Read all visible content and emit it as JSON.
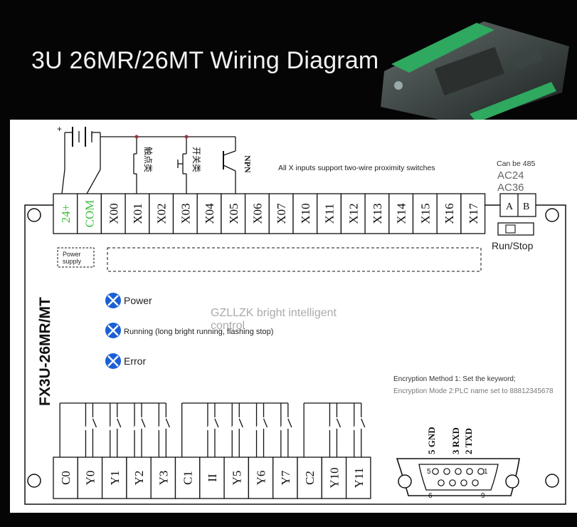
{
  "header": {
    "title": "3U 26MR/26MT Wiring Diagram"
  },
  "top_terminals": {
    "labels": [
      "24+",
      "COM",
      "X00",
      "X01",
      "X02",
      "X03",
      "X04",
      "X05",
      "X06",
      "X07",
      "X10",
      "X11",
      "X12",
      "X13",
      "X14",
      "X15",
      "X16",
      "X17"
    ],
    "green_color": "#3fbf3f"
  },
  "input_wiring": {
    "battery_plus": "+",
    "contact_type": "触点类",
    "switch_type": "开关类",
    "npn": "NPN",
    "note": "All X inputs support two-wire proximity switches"
  },
  "comm": {
    "can_be": "Can be 485",
    "ac24": "AC24",
    "ac36": "AC36",
    "a": "A",
    "b": "B",
    "run_stop": "Run/Stop"
  },
  "power_supply_label": [
    "Power",
    "supply"
  ],
  "model": "FX3U-26MR/MT",
  "leds": [
    {
      "label": "Power"
    },
    {
      "label": "Running (long bright running, flashing stop)"
    },
    {
      "label": "Error"
    }
  ],
  "watermark": [
    "GZLLZK bright intelligent",
    "control"
  ],
  "encryption": {
    "method1": "Encryption Method 1: Set the keyword;",
    "method2": "Encryption Mode 2:PLC name set to 88812345678"
  },
  "bottom_terminals": {
    "labels": [
      "C0",
      "Y0",
      "Y1",
      "Y2",
      "Y3",
      "C1",
      "II",
      "Y5",
      "Y6",
      "Y7",
      "C2",
      "Y10",
      "Y11"
    ]
  },
  "db9": {
    "pins_labels": [
      "5 GND",
      "3 RXD",
      "2 TXD"
    ],
    "pin5": "5",
    "pin1": "1",
    "pin6": "6",
    "pin9": "9"
  },
  "led_color": "#1a5fd6"
}
